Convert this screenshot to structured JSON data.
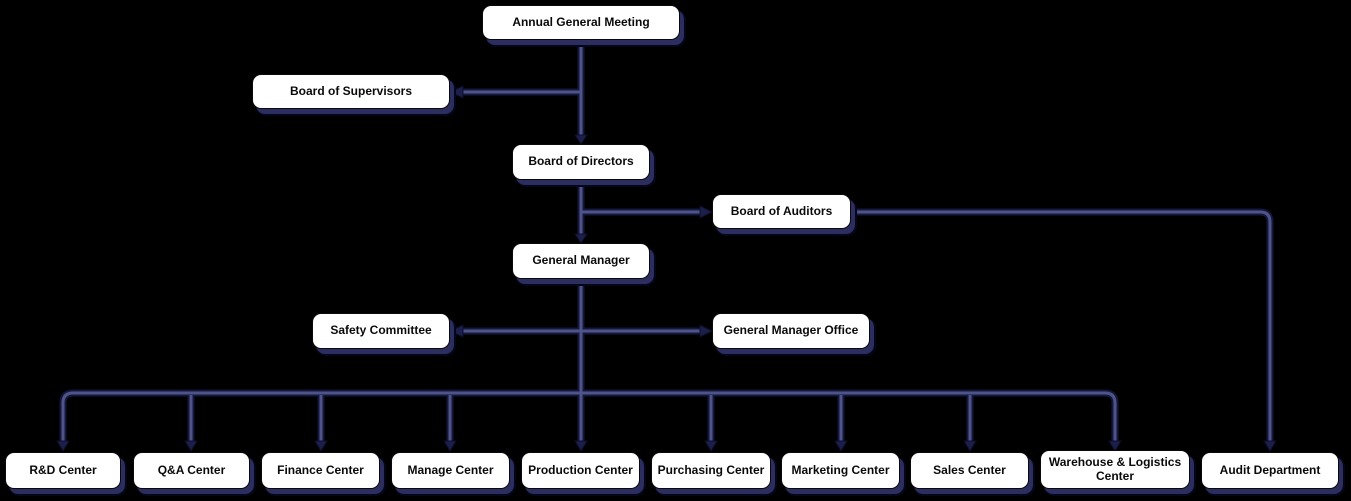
{
  "chart_title": "",
  "colors": {
    "background": "#000000",
    "box_fill": "#ffffff",
    "box_border": "#0a0a0a",
    "box_shadow": "#2b2e5e",
    "line_core": "#4f5488",
    "line_edge": "#15173c",
    "arrowhead": "#1c1f4a",
    "text": "#0a0a0a"
  },
  "nodes": {
    "agm": {
      "label": "Annual General Meeting",
      "parent": null
    },
    "supervisors": {
      "label": "Board of Supervisors",
      "parent": "agm"
    },
    "directors": {
      "label": "Board of Directors",
      "parent": "agm"
    },
    "auditors": {
      "label": "Board of Auditors",
      "parent": "directors"
    },
    "gm": {
      "label": "General Manager",
      "parent": "directors"
    },
    "safety": {
      "label": "Safety Committee",
      "parent": "gm"
    },
    "gmo": {
      "label": "General Manager Office",
      "parent": "gm"
    },
    "rnd": {
      "label": "R&D Center",
      "parent": "gm"
    },
    "qa": {
      "label": "Q&A Center",
      "parent": "gm"
    },
    "finance": {
      "label": "Finance Center",
      "parent": "gm"
    },
    "manage": {
      "label": "Manage Center",
      "parent": "gm"
    },
    "production": {
      "label": "Production Center",
      "parent": "gm"
    },
    "purchasing": {
      "label": "Purchasing Center",
      "parent": "gm"
    },
    "marketing": {
      "label": "Marketing Center",
      "parent": "gm"
    },
    "sales": {
      "label": "Sales Center",
      "parent": "gm"
    },
    "warehouse": {
      "label": "Warehouse & Logistics Center",
      "parent": "gm"
    },
    "audit": {
      "label": "Audit Department",
      "parent": "auditors"
    }
  }
}
